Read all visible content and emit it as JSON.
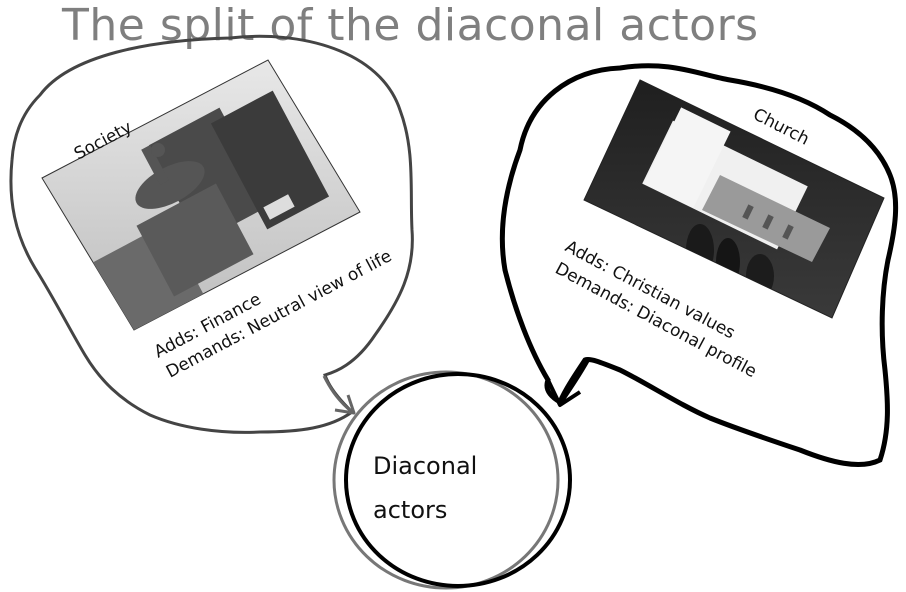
{
  "title": "The split of the diaconal actors",
  "society": {
    "label": "Society",
    "adds": "Adds: Finance",
    "demands": "Demands: Neutral view of life",
    "image_desc_icon": "equestrian-statue-photo"
  },
  "church": {
    "label": "Church",
    "adds": "Adds: Christian values",
    "demands": "Demands: Diaconal profile",
    "image_desc_icon": "white-church-photo"
  },
  "center": {
    "line1": "Diaconal",
    "line2": "actors"
  },
  "colors": {
    "title": "#7f7f7f",
    "society_outline": "#444444",
    "church_outline": "#000000",
    "arrow_society": "#666666",
    "arrow_church": "#000000"
  }
}
